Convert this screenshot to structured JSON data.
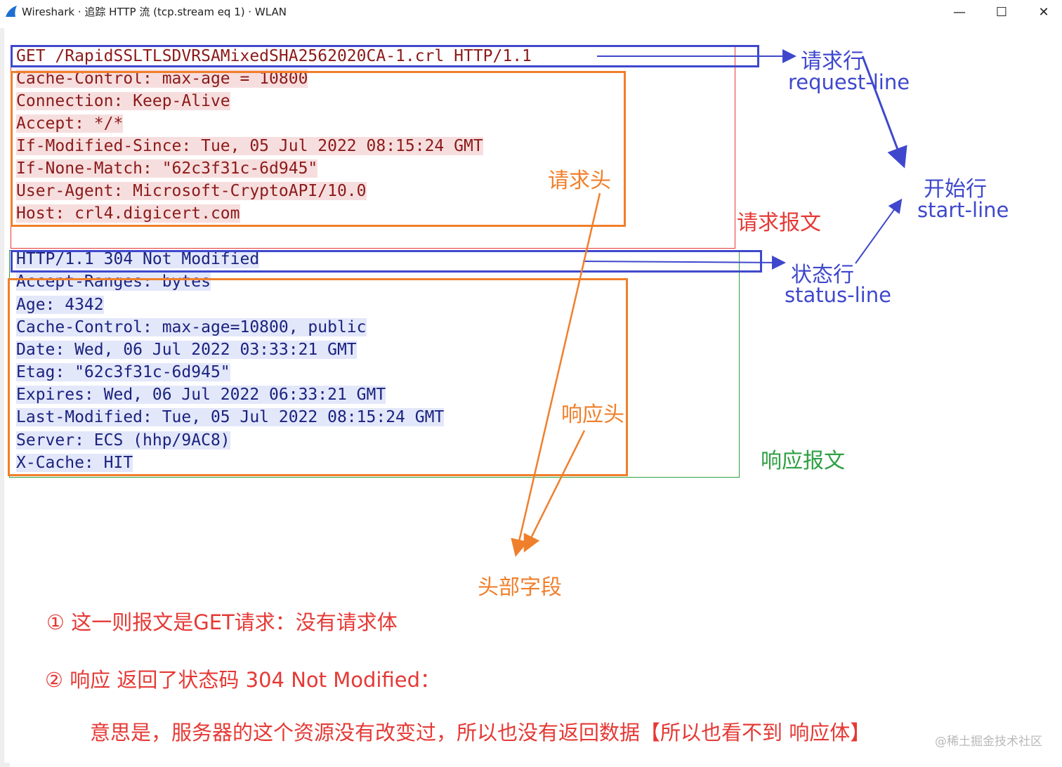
{
  "window": {
    "title": "Wireshark · 追踪 HTTP 流 (tcp.stream eq 1) · WLAN",
    "controls": {
      "minimize": "—",
      "maximize": "☐",
      "close": "✕"
    },
    "icon": "wireshark-fin-icon"
  },
  "request": {
    "lines": [
      "GET /RapidSSLTLSDVRSAMixedSHA2562020CA-1.crl HTTP/1.1",
      "Cache-Control: max-age = 10800",
      "Connection: Keep-Alive",
      "Accept: */*",
      "If-Modified-Since: Tue, 05 Jul 2022 08:15:24 GMT",
      "If-None-Match: \"62c3f31c-6d945\"",
      "User-Agent: Microsoft-CryptoAPI/10.0",
      "Host: crl4.digicert.com"
    ]
  },
  "response": {
    "lines": [
      "HTTP/1.1 304 Not Modified",
      "Accept-Ranges: bytes",
      "Age: 4342",
      "Cache-Control: max-age=10800, public",
      "Date: Wed, 06 Jul 2022 03:33:21 GMT",
      "Etag: \"62c3f31c-6d945\"",
      "Expires: Wed, 06 Jul 2022 06:33:21 GMT",
      "Last-Modified: Tue, 05 Jul 2022 08:15:24 GMT",
      "Server: ECS (hhp/9AC8)",
      "X-Cache: HIT"
    ]
  },
  "annotations": {
    "request_line_cn": "请求行",
    "request_line_en": "request-line",
    "start_line_cn": "开始行",
    "start_line_en": "start-line",
    "status_line_cn": "状态行",
    "status_line_en": "status-line",
    "request_header": "请求头",
    "request_message": "请求报文",
    "response_header": "响应头",
    "response_message": "响应报文",
    "header_fields": "头部字段"
  },
  "notes": {
    "note1": "① 这一则报文是GET请求：没有请求体",
    "note2": "② 响应 返回了状态码 304 Not Modified：",
    "note3": "意思是，服务器的这个资源没有改变过，所以也没有返回数据【所以也看不到 响应体】"
  },
  "watermark": "@稀土掘金技术社区",
  "colors": {
    "blue": "#3f48cc",
    "red": "#e53935",
    "orange": "#f07f2b",
    "green": "#2ea043",
    "request_text": "#8b1a1a",
    "response_text": "#1a237e"
  }
}
